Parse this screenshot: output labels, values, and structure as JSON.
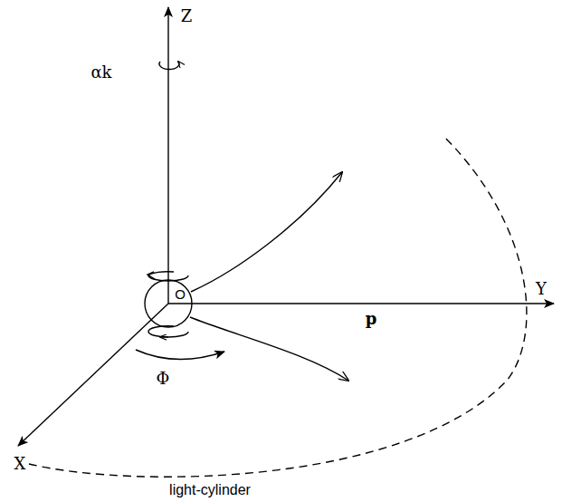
{
  "diagram": {
    "nodes": [
      {
        "text": [
          "O"
        ]
      }
    ],
    "labels": [
      "Z",
      "αk",
      "Y",
      "p",
      "X",
      "Φ",
      "light-cylinder"
    ]
  }
}
